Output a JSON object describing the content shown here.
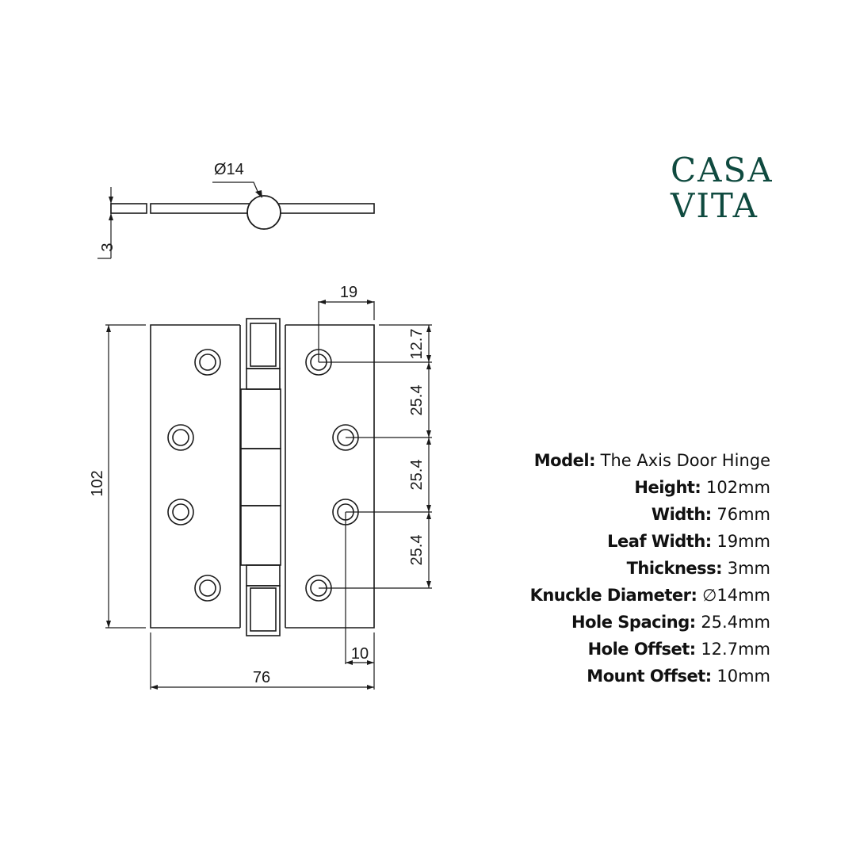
{
  "brand": {
    "line1": "CASA",
    "line2": "VITA",
    "color": "#0f4a3f"
  },
  "dimensions": {
    "knuckle": "Ø14",
    "thickness": "3",
    "leaf_width": "19",
    "hole_offset": "12.7",
    "hole_spacing": [
      "25.4",
      "25.4",
      "25.4"
    ],
    "height": "102",
    "width": "76",
    "mount_offset": "10"
  },
  "specs": [
    {
      "label": "Model:",
      "value": " The Axis Door Hinge"
    },
    {
      "label": "Height:",
      "value": " 102mm"
    },
    {
      "label": "Width:",
      "value": " 76mm"
    },
    {
      "label": "Leaf Width:",
      "value": " 19mm"
    },
    {
      "label": "Thickness:",
      "value": " 3mm"
    },
    {
      "label": "Knuckle Diameter:",
      "value": " ∅14mm"
    },
    {
      "label": "Hole Spacing:",
      "value": " 25.4mm"
    },
    {
      "label": "Hole Offset:",
      "value": " 12.7mm"
    },
    {
      "label": "Mount Offset:",
      "value": " 10mm"
    }
  ]
}
